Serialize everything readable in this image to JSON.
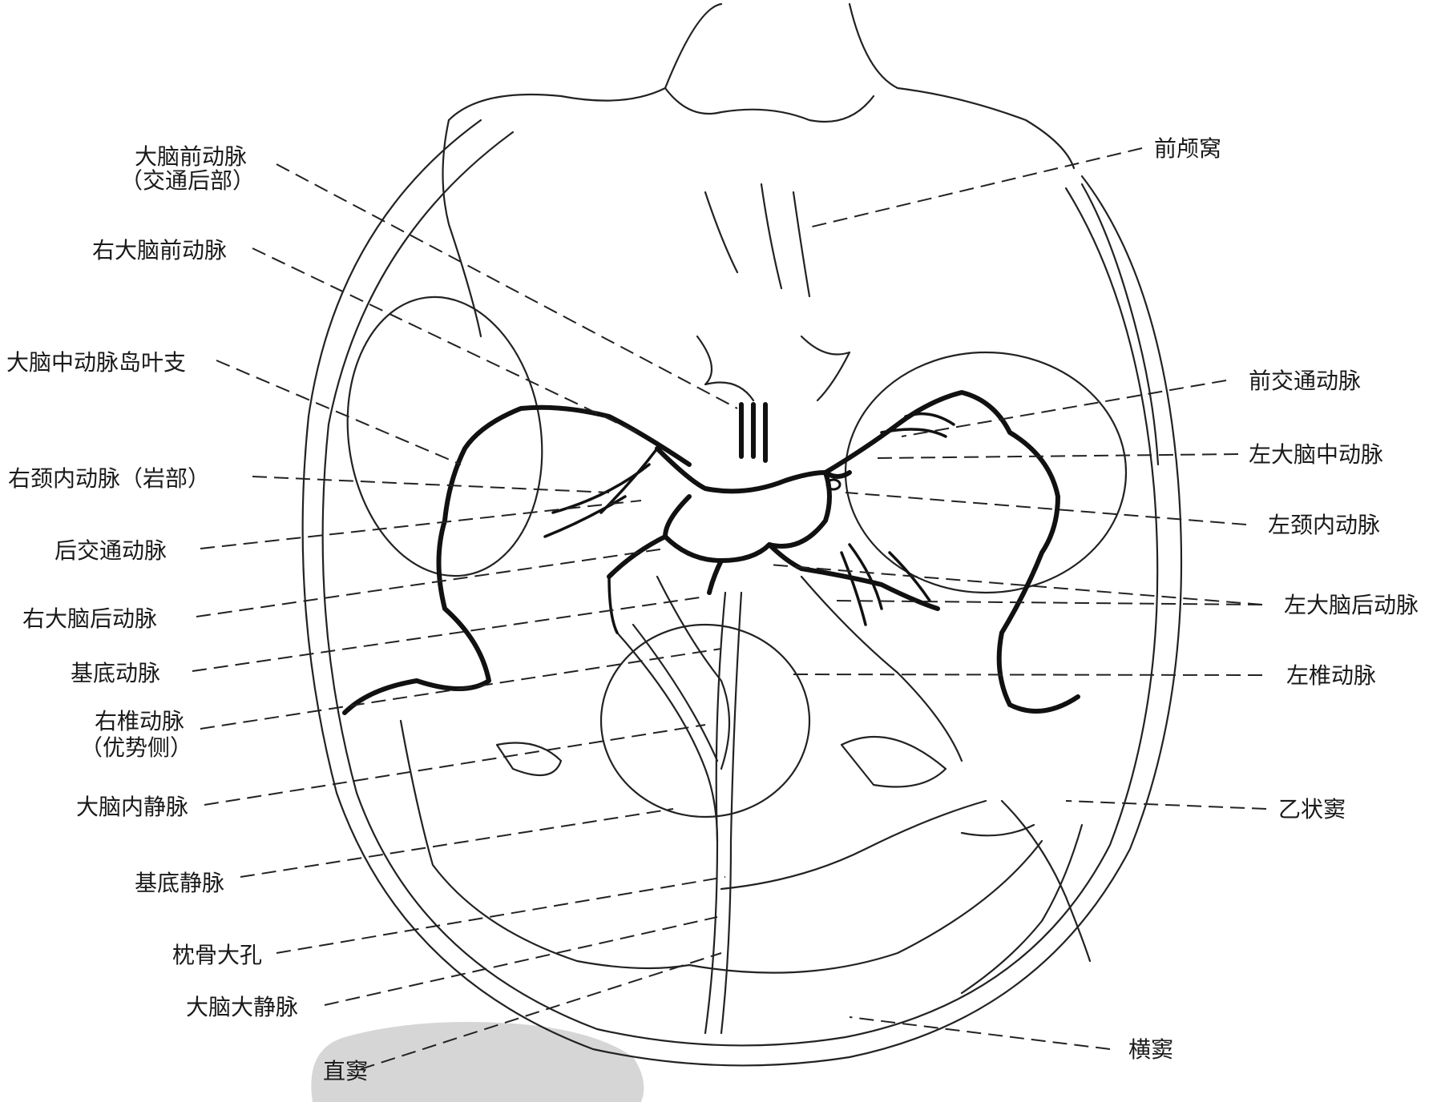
{
  "colors": {
    "line": "#222222",
    "vessel": "#111111",
    "watermark": "#d6d6d6"
  },
  "labels": {
    "aca_postcomm_l1": "大脑前动脉",
    "aca_postcomm_l2": "（交通后部）",
    "right_aca": "右大脑前动脉",
    "mca_insular": "大脑中动脉岛叶支",
    "right_ica_petrous": "右颈内动脉（岩部）",
    "pcom": "后交通动脉",
    "right_pca": "右大脑后动脉",
    "basilar": "基底动脉",
    "right_va_l1": "右椎动脉",
    "right_va_l2": "（优势侧）",
    "internal_cerebral_v": "大脑内静脉",
    "basal_v": "基底静脉",
    "foramen_magnum": "枕骨大孔",
    "great_cerebral_v": "大脑大静脉",
    "straight_sinus": "直窦",
    "anterior_fossa": "前颅窝",
    "acom": "前交通动脉",
    "left_mca": "左大脑中动脉",
    "left_ica": "左颈内动脉",
    "left_pca": "左大脑后动脉",
    "left_va": "左椎动脉",
    "sigmoid_sinus": "乙状窦",
    "transverse_sinus": "横窦"
  }
}
